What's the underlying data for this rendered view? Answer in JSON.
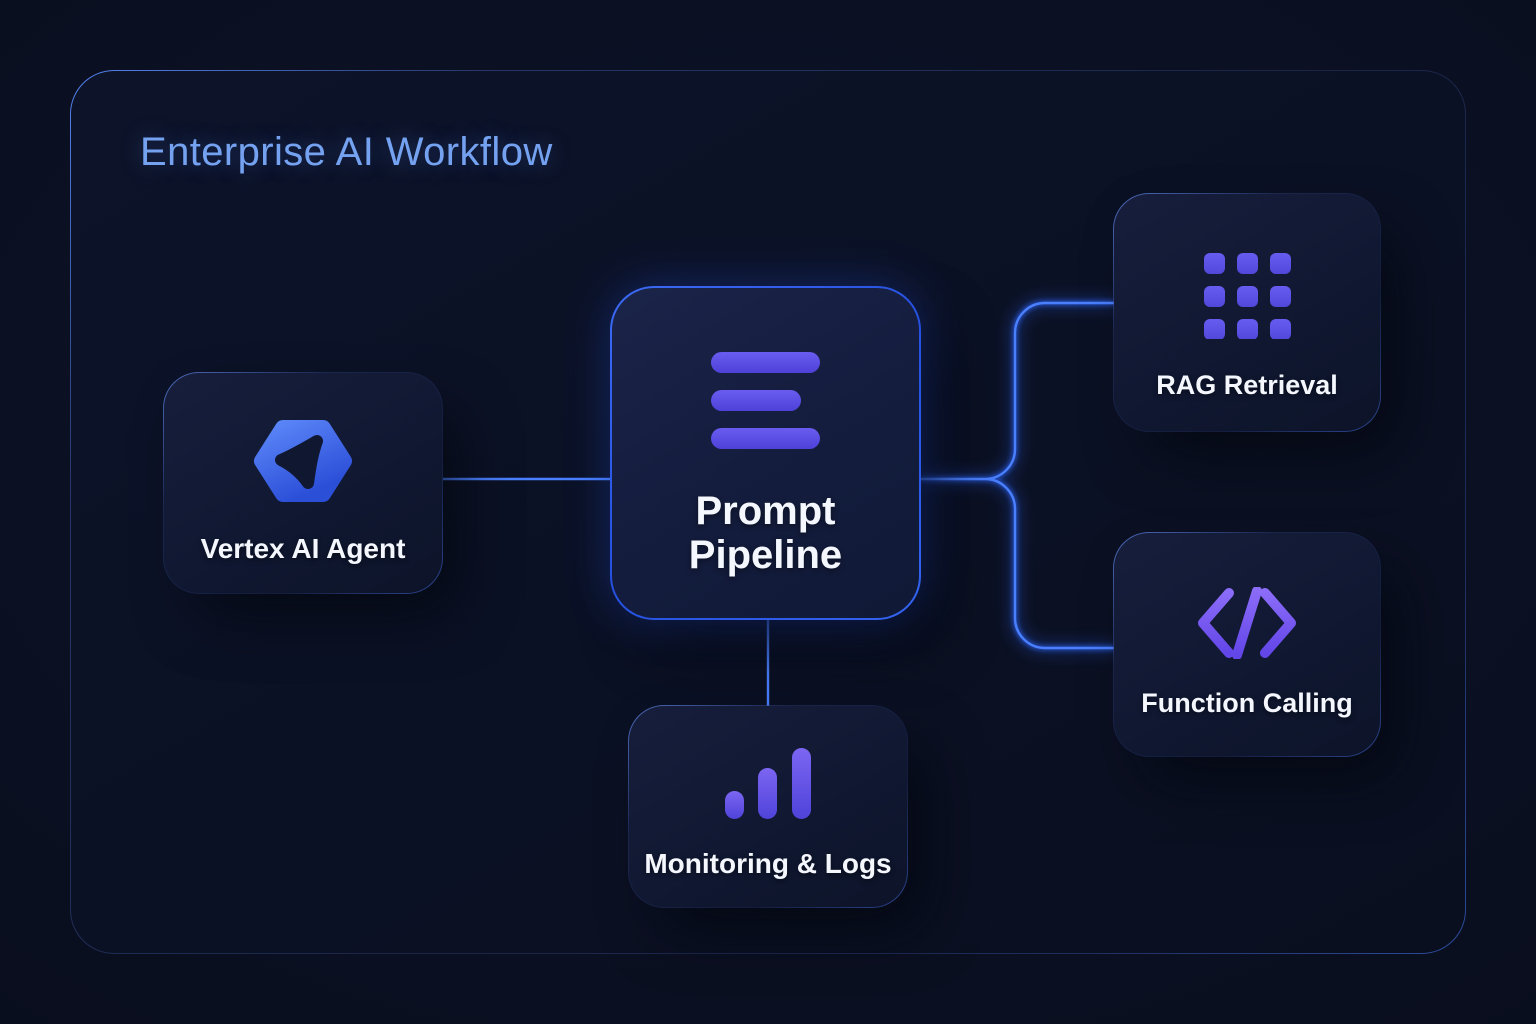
{
  "header": {
    "title": "Enterprise AI Workflow"
  },
  "nodes": {
    "vertex_ai_agent": {
      "label": "Vertex AI Agent",
      "icon": "vertex-ai-hexagon-icon"
    },
    "prompt_pipeline": {
      "label": "Prompt Pipeline",
      "icon": "pipeline-list-bars-icon"
    },
    "rag_retrieval": {
      "label": "RAG Retrieval",
      "icon": "grid-dots-icon"
    },
    "function_calling": {
      "label": "Function Calling",
      "icon": "code-brackets-icon"
    },
    "monitoring_logs": {
      "label": "Monitoring & Logs",
      "icon": "bar-chart-icon"
    }
  },
  "edges": [
    {
      "from": "vertex_ai_agent",
      "to": "prompt_pipeline"
    },
    {
      "from": "prompt_pipeline",
      "to": "rag_retrieval"
    },
    {
      "from": "prompt_pipeline",
      "to": "function_calling"
    },
    {
      "from": "prompt_pipeline",
      "to": "monitoring_logs"
    }
  ],
  "colors": {
    "background": "#0a0f20",
    "panel_border_highlight": "#5585f5",
    "connector_blue": "#2f66ff",
    "title_text": "#74a2f0",
    "node_label_text": "#f4f7fd",
    "icon_indigo": "#5a4fe2",
    "icon_purple": "#7e5cf4",
    "vertex_hexagon_blue": "#3d6cf0",
    "highlight_node_border": "#2e5cf0"
  }
}
